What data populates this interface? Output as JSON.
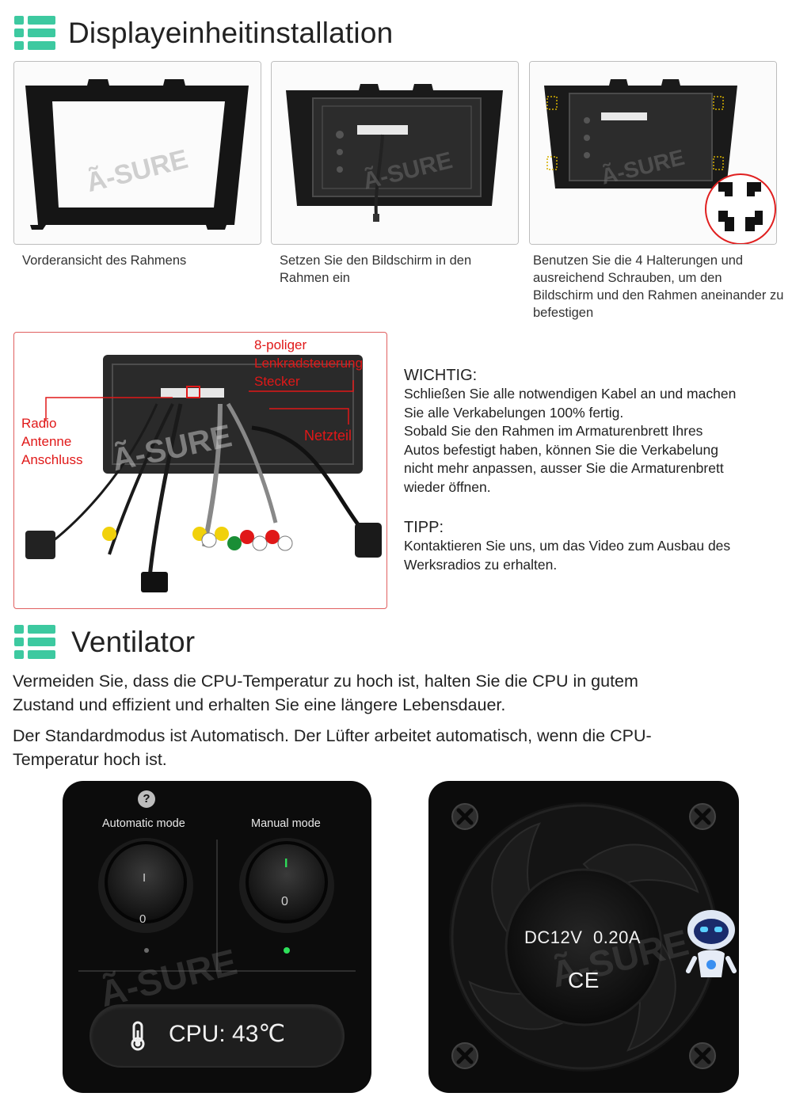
{
  "section1": {
    "title": "Displayeinheitinstallation"
  },
  "photos": [
    {
      "caption": "Vorderansicht des Rahmens"
    },
    {
      "caption": "Setzen Sie den Bildschirm in den Rahmen ein"
    },
    {
      "caption": "Benutzen Sie die 4 Halterungen und ausreichend Schrauben, um den Bildschirm und den Rahmen aneinander zu befestigen"
    }
  ],
  "wiring": {
    "label_steering_1": "8-poliger",
    "label_steering_2": "Lenkradsteuerung",
    "label_steering_3": "Stecker",
    "label_radio_1": "Radio",
    "label_radio_2": "Antenne",
    "label_radio_3": "Anschluss",
    "label_power": "Netzteil"
  },
  "important": {
    "title": "WICHTIG:",
    "line1": "Schließen Sie alle notwendigen Kabel an und machen",
    "line2": "Sie alle Verkabelungen 100% fertig.",
    "line3": "Sobald Sie den Rahmen im Armaturenbrett Ihres",
    "line4": "Autos befestigt haben, können Sie die Verkabelung",
    "line5": "nicht mehr anpassen, ausser Sie die Armaturenbrett",
    "line6": "wieder öffnen."
  },
  "tip": {
    "title": "TIPP:",
    "line1": "Kontaktieren Sie uns, um das Video zum Ausbau des",
    "line2": "Werksradios zu erhalten."
  },
  "section2": {
    "title": "Ventilator",
    "para1_line1": "Vermeiden Sie, dass die CPU-Temperatur zu hoch ist, halten Sie die CPU in gutem",
    "para1_line2": "Zustand und effizient und erhalten Sie eine längere Lebensdauer.",
    "para2_line1": "Der Standardmodus ist Automatisch. Der Lüfter arbeitet automatisch, wenn die CPU-",
    "para2_line2": "Temperatur hoch ist."
  },
  "fan_ui": {
    "help": "?",
    "auto_label": "Automatic mode",
    "manual_label": "Manual mode",
    "switch_on": "I",
    "switch_off": "0",
    "cpu": "CPU: 43℃"
  },
  "fan": {
    "spec_voltage": "DC12V",
    "spec_current": "0.20A",
    "mark": "CE"
  },
  "colors": {
    "accent": "#3dc9a0",
    "label_red": "#e01818",
    "led_green": "#2ee05a"
  },
  "icons": [
    "list-icon",
    "thermometer-icon",
    "help-icon",
    "robot-icon",
    "screw-icon"
  ]
}
